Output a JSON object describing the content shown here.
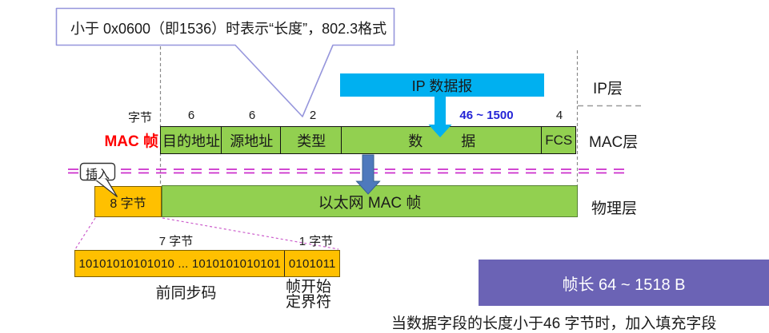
{
  "diagram_title_semantic": "Ethernet MAC frame structure diagram",
  "colors": {
    "field_green": "#92D050",
    "ip_blue": "#00B0F0",
    "preamble_orange": "#FFC000",
    "magenta_dashed_line": "#CB2FCB",
    "frame_length_purple": "#6B63B5",
    "mac_frame_label_red": "#FF0000",
    "callout_border": "#9696DC",
    "insert_arrow_steel_blue": "#4E79BD",
    "byte_range_blue": "#2424D6"
  },
  "top_callout": {
    "text": "小于 0x0600（即1536）时表示“长度”，802.3格式"
  },
  "byte_unit_label": "字节",
  "mac_frame": {
    "label": "MAC 帧",
    "fields": [
      {
        "label": "目的地址",
        "bytes": "6"
      },
      {
        "label": "源地址",
        "bytes": "6"
      },
      {
        "label": "类型",
        "bytes": "2"
      },
      {
        "label": "数据",
        "label_left": "数",
        "label_right": "据",
        "bytes": "46 ~ 1500"
      },
      {
        "label": "FCS",
        "bytes": "4"
      }
    ]
  },
  "ip_datagram_box": {
    "label": "IP 数据报"
  },
  "layers": {
    "ip": "IP层",
    "mac": "MAC层",
    "physical": "物理层"
  },
  "insert_callout": {
    "label": "插入"
  },
  "preamble_box": {
    "label": "8 字节"
  },
  "ethernet_bar": {
    "label": "以太网 MAC 帧"
  },
  "preamble_detail": {
    "left_bytes_label": "7 字节",
    "right_bytes_label": "1 字节",
    "left_bits": "10101010101010 ... 1010101010101",
    "right_bits": "0101011",
    "left_caption": "前同步码",
    "right_caption_line1": "帧开始",
    "right_caption_line2": "定界符"
  },
  "frame_length_box": {
    "label": "帧长 64 ~ 1518 B"
  },
  "footnote": "当数据字段的长度小于46 字节时，加入填充字段"
}
